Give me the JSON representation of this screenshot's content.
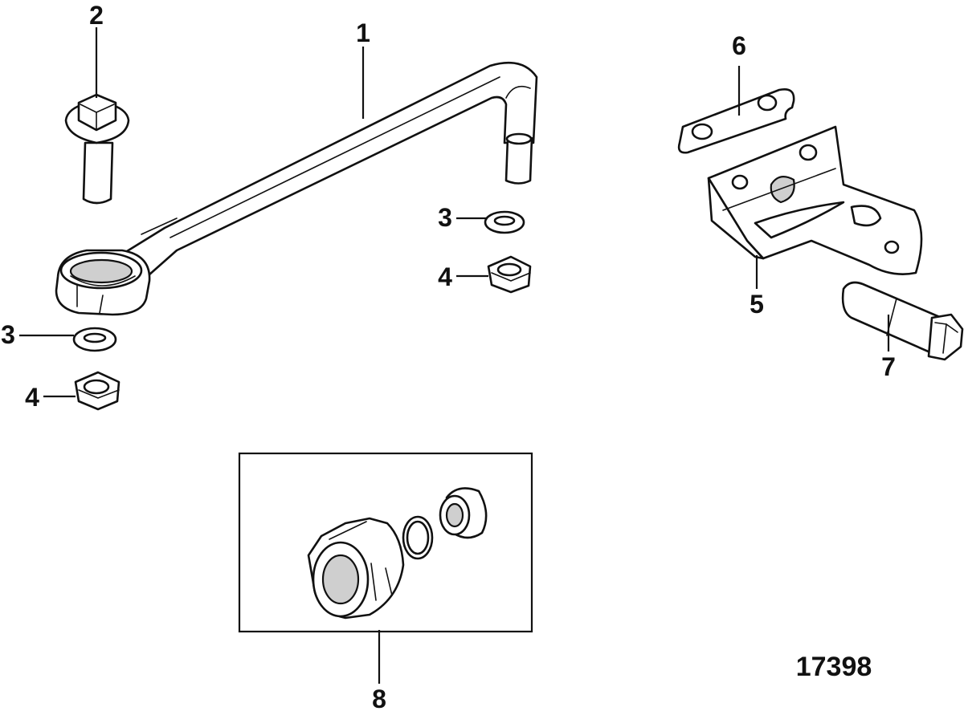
{
  "callouts": {
    "c1": "1",
    "c2": "2",
    "c3a": "3",
    "c3b": "3",
    "c4a": "4",
    "c4b": "4",
    "c5": "5",
    "c6": "6",
    "c7": "7",
    "c8": "8"
  },
  "figure_number": "17398"
}
